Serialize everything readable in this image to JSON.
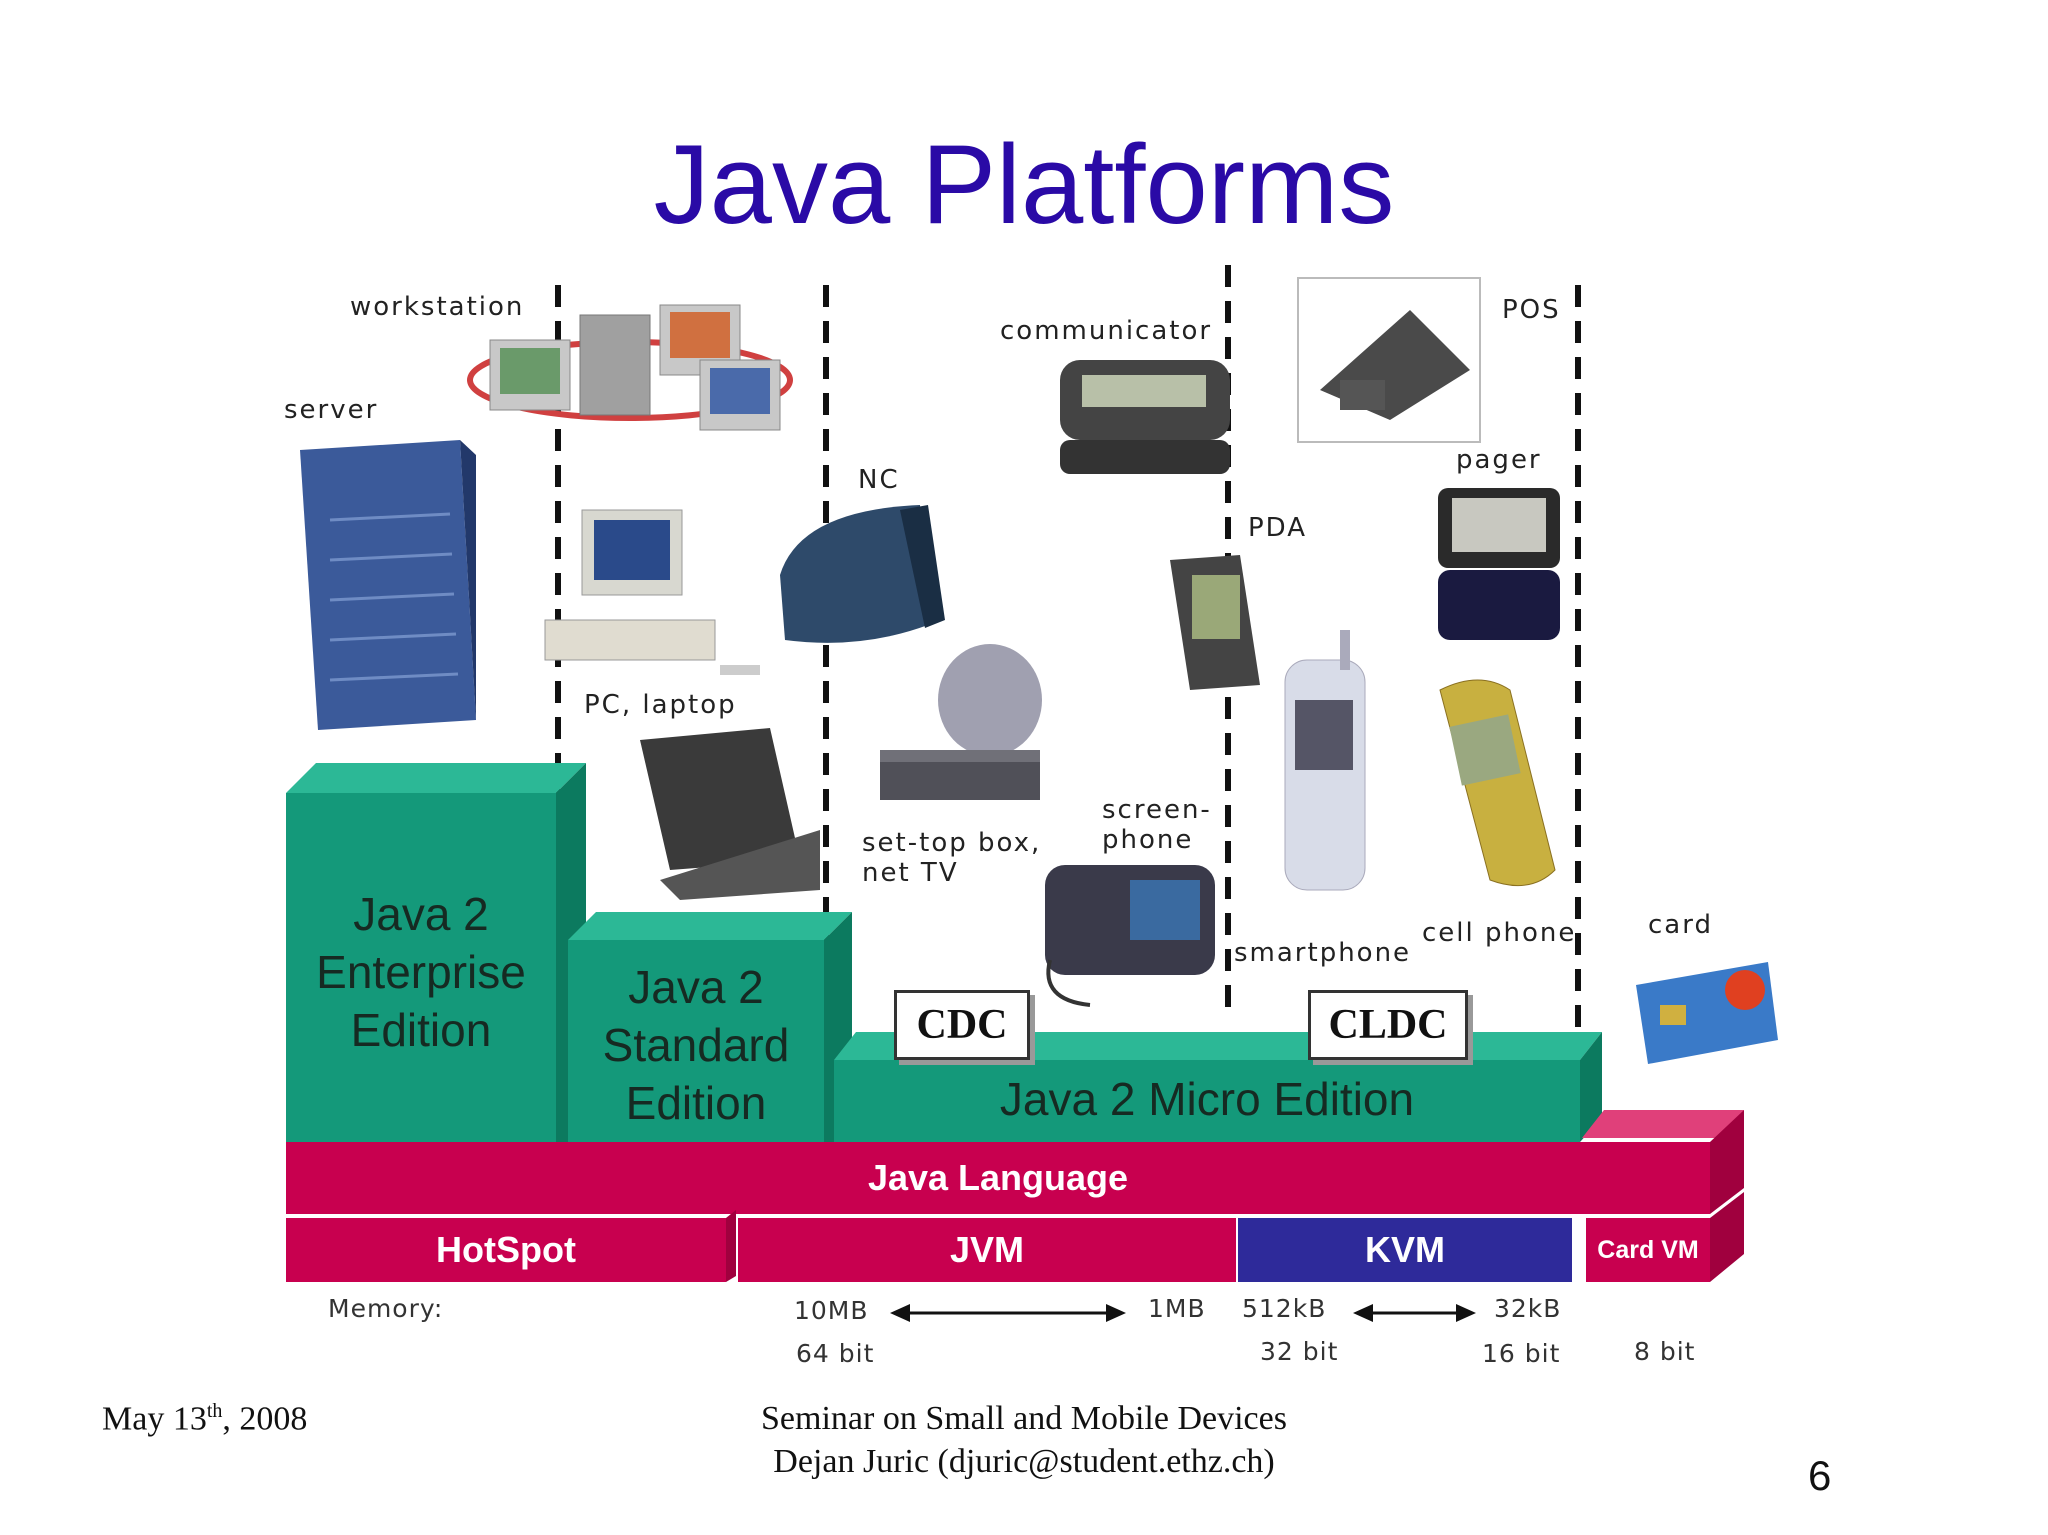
{
  "slide": {
    "title": "Java Platforms"
  },
  "devices": {
    "workstation": "workstation",
    "server": "server",
    "pc_laptop": "PC, laptop",
    "nc": "NC",
    "communicator": "communicator",
    "pos": "POS",
    "pager": "pager",
    "pda": "PDA",
    "settop": "set-top box,\nnet TV",
    "screenphone": "screen-\nphone",
    "smartphone": "smartphone",
    "cellphone": "cell phone",
    "card": "card"
  },
  "editions": {
    "enterprise": "Java 2\nEnterprise\nEdition",
    "standard": "Java 2\nStandard\nEdition",
    "micro": "Java 2 Micro Edition",
    "cdc": "CDC",
    "cldc": "CLDC"
  },
  "layers": {
    "language": "Java Language",
    "hotspot": "HotSpot",
    "jvm": "JVM",
    "kvm": "KVM",
    "cardvm": "Card VM"
  },
  "memory": {
    "label": "Memory:",
    "jvm_high": "10MB",
    "jvm_low": "1MB",
    "kvm_high": "512kB",
    "kvm_low": "32kB",
    "bits_64": "64 bit",
    "bits_32": "32 bit",
    "bits_16": "16 bit",
    "bits_8": "8 bit"
  },
  "footer": {
    "date_prefix": "May 13",
    "date_sup": "th",
    "date_suffix": ", 2008",
    "seminar": "Seminar on Small and Mobile Devices",
    "author": "Dejan Juric (djuric@student.ethz.ch)",
    "page_number": "6"
  },
  "colors": {
    "title": "#2a0aa6",
    "edition_green": "#14997a",
    "language_red": "#c8004f",
    "kvm_blue": "#2e2a9a"
  }
}
